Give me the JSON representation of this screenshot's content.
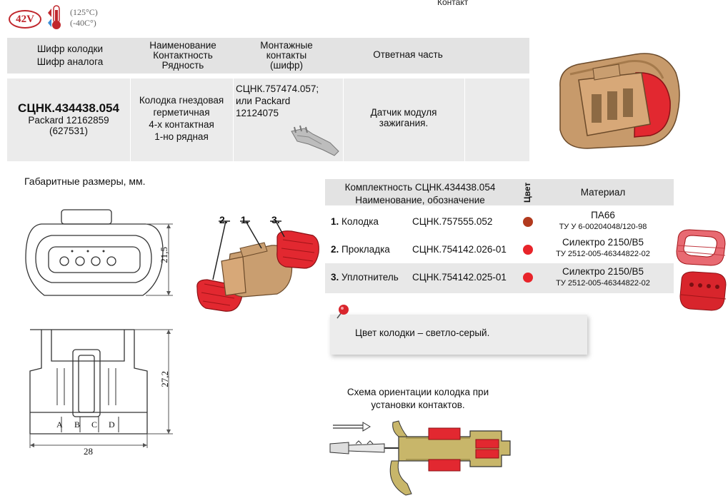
{
  "header": {
    "top_word": "Контакт",
    "voltage_badge": "42V",
    "temp_high": "(125°C)",
    "temp_low": "(-40C°)"
  },
  "table": {
    "col1_line1": "Шифр колодки",
    "col1_line2": "Шифр аналога",
    "col2_line1": "Наименование",
    "col2_line2": "Контактность",
    "col2_line3": "Рядность",
    "col3_line1": "Монтажные",
    "col3_line2": "контакты",
    "col3_line3": "(шифр)",
    "col4": "Ответная часть",
    "row": {
      "code": "СЦНК.434438.054",
      "analog_line1": "Packard 12162859",
      "analog_line2": "(627531)",
      "name_line1": "Колодка гнездовая",
      "name_line2": "герметичная",
      "name_line3": "4-х контактная",
      "name_line4": "1-но рядная",
      "contacts_line1": "СЦНК.757474.057;",
      "contacts_line2": "или Packard",
      "contacts_line3": "12124075",
      "mate_line1": "Датчик модуля",
      "mate_line2": "зажигания."
    }
  },
  "dimensions": {
    "title": "Габаритные размеры, мм.",
    "height_front": "21,5",
    "height_side": "27,2",
    "width": "28",
    "pin_labels": [
      "A",
      "B",
      "C",
      "D"
    ]
  },
  "exploded": {
    "labels": [
      "2.",
      "1.",
      "3."
    ]
  },
  "complect": {
    "header_line1": "Комплектность СЦНК.434438.054",
    "header_line2": "Наименование, обозначение",
    "color_header": "Цвет",
    "material_header": "Материал",
    "rows": [
      {
        "num": "1.",
        "name": "Колодка",
        "code": "СЦНК.757555.052",
        "color": "#b23a1e",
        "mat1": "ПА66",
        "mat2": "ТУ У 6-00204048/120-98"
      },
      {
        "num": "2.",
        "name": "Прокладка",
        "code": "СЦНК.754142.026-01",
        "color": "#e8242a",
        "mat1": "Силектро 2150/В5",
        "mat2": "ТУ 2512-005-46344822-02"
      },
      {
        "num": "3.",
        "name": "Уплотнитель",
        "code": "СЦНК.754142.025-01",
        "color": "#e8242a",
        "mat1": "Силектро 2150/В5",
        "mat2": "ТУ 2512-005-46344822-02"
      }
    ]
  },
  "note": {
    "text": "Цвет колодки – светло-серый."
  },
  "schema": {
    "title_line1": "Схема ориентации колодка при",
    "title_line2": "установки контактов."
  }
}
